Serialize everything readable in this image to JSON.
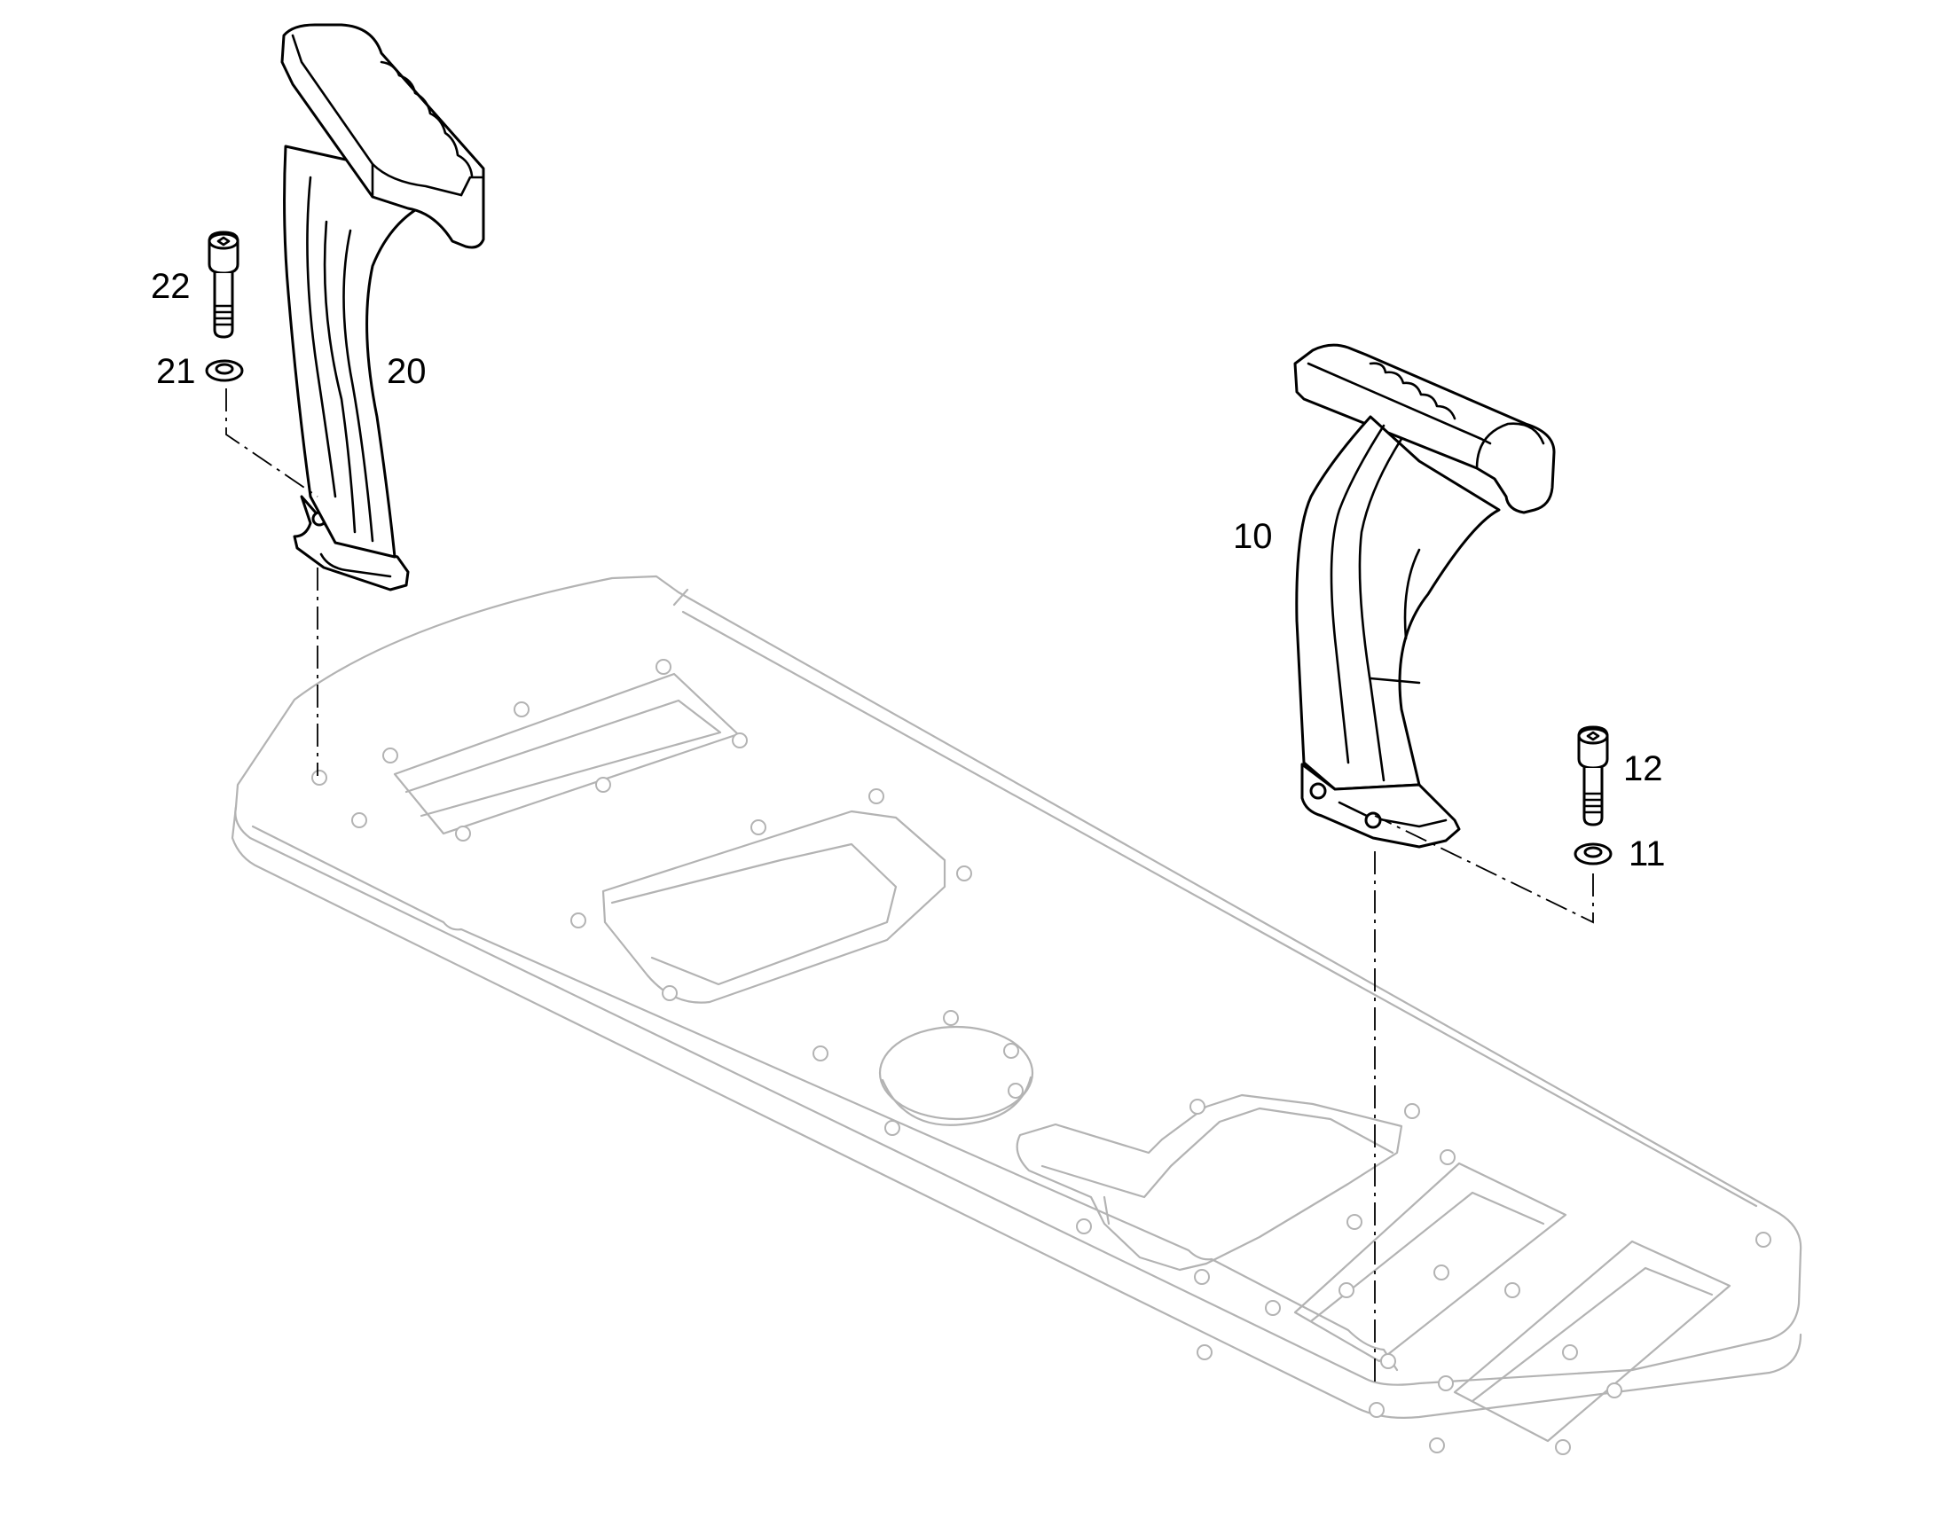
{
  "callouts": {
    "part_10": "10",
    "part_11": "11",
    "part_12": "12",
    "part_20": "20",
    "part_21": "21",
    "part_22": "22"
  },
  "colors": {
    "line": "#000000",
    "plate_line": "#b3b3b3",
    "background": "#ffffff"
  }
}
